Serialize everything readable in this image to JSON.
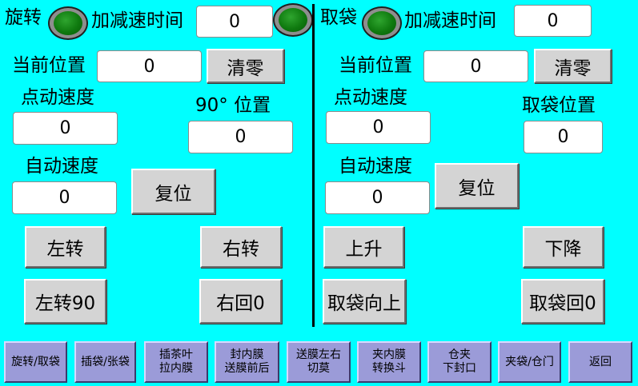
{
  "left": {
    "title": "旋转",
    "accel_label": "加减速时间",
    "accel_value": "0",
    "current_pos_label": "当前位置",
    "current_pos_value": "0",
    "clear_label": "清零",
    "jog_speed_label": "点动速度",
    "jog_speed_value": "0",
    "pos90_label": "90° 位置",
    "pos90_value": "0",
    "auto_speed_label": "自动速度",
    "auto_speed_value": "0",
    "reset_label": "复位",
    "left_turn_label": "左转",
    "right_turn_label": "右转",
    "left_turn90_label": "左转90",
    "right_back0_label": "右回0"
  },
  "right": {
    "title": "取袋",
    "accel_label": "加减速时间",
    "accel_value": "0",
    "current_pos_label": "当前位置",
    "current_pos_value": "0",
    "clear_label": "清零",
    "jog_speed_label": "点动速度",
    "jog_speed_value": "0",
    "take_pos_label": "取袋位置",
    "take_pos_value": "0",
    "auto_speed_label": "自动速度",
    "auto_speed_value": "0",
    "reset_label": "复位",
    "up_label": "上升",
    "down_label": "下降",
    "take_up_label": "取袋向上",
    "take_back0_label": "取袋回0"
  },
  "nav": [
    {
      "line1": "旋转/取袋",
      "line2": ""
    },
    {
      "line1": "插袋/张袋",
      "line2": ""
    },
    {
      "line1": "插茶叶",
      "line2": "拉内膜"
    },
    {
      "line1": "封内膜",
      "line2": "送膜前后"
    },
    {
      "line1": "送膜左右",
      "line2": "切莫"
    },
    {
      "line1": "夹内膜",
      "line2": "转换斗"
    },
    {
      "line1": "仓夹",
      "line2": "下封口"
    },
    {
      "line1": "夹袋/仓门",
      "line2": ""
    },
    {
      "line1": "返回",
      "line2": ""
    }
  ],
  "colors": {
    "background": "#00ffff",
    "button": "#d4d4d4",
    "nav_button": "#9b9bd8",
    "lamp": "#0f7a0f"
  }
}
